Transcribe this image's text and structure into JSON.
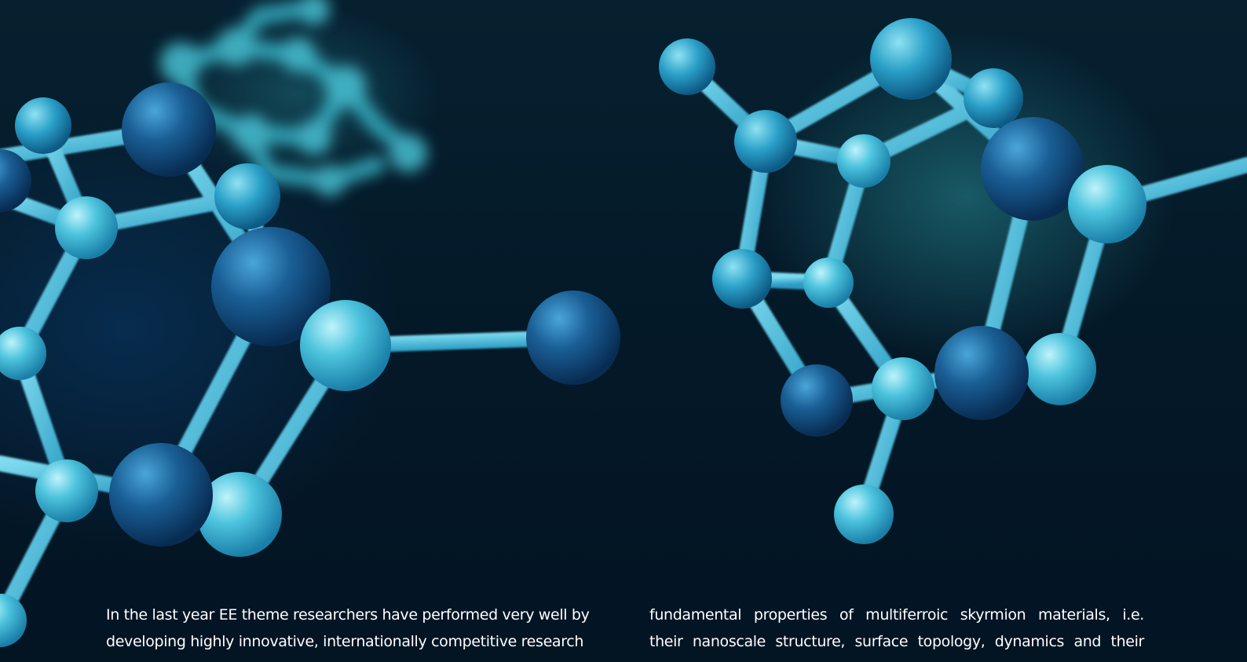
{
  "article": {
    "left_column": {
      "lines": [
        "In the last year EE theme researchers have performed very well by",
        "developing highly innovative, internationally competitive research"
      ]
    },
    "right_column": {
      "lines": [
        "fundamental properties of multiferroic skyrmion materials, i.e.",
        "their nanoscale structure, surface topology, dynamics and their"
      ]
    }
  },
  "colors": {
    "background": "#03121f",
    "molecule_light": "#5fd3e6",
    "molecule_mid": "#2a9fc7",
    "molecule_dark": "#0f4f86",
    "text": "#ffffff"
  }
}
